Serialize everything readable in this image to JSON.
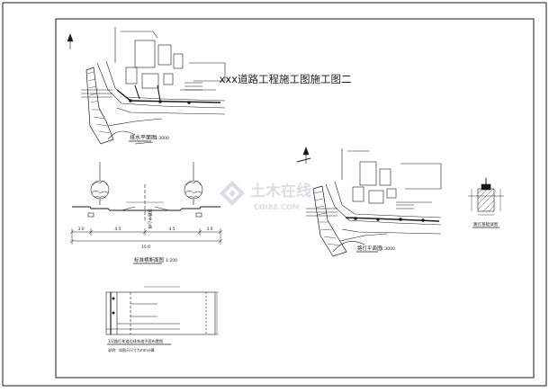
{
  "drawing": {
    "title": "xxx道路工程施工图施工图二",
    "plans": {
      "drainage_plan": {
        "caption": "排水平面图",
        "scale": "1:3000"
      },
      "lighting_plan": {
        "caption": "路灯平面图",
        "scale": "1:3000"
      }
    },
    "section": {
      "caption": "标准横断面图",
      "scale": "1:200",
      "center_label": "道路中心线",
      "dims": [
        "3.0",
        "4.5",
        "4.5",
        "3.0"
      ],
      "total": "15.0"
    },
    "detail": {
      "caption": "1/2路灯车道边线车道平面布置图",
      "note": "说明：如图示尺寸为mm计算"
    },
    "lamp_detail": {
      "caption": "路灯基础详图"
    },
    "watermark": {
      "brand": "土木在线",
      "url": "COI88.COM"
    },
    "colors": {
      "line": "#1a1a1a",
      "background": "#ffffff",
      "watermark": "#d0d4d8"
    }
  }
}
